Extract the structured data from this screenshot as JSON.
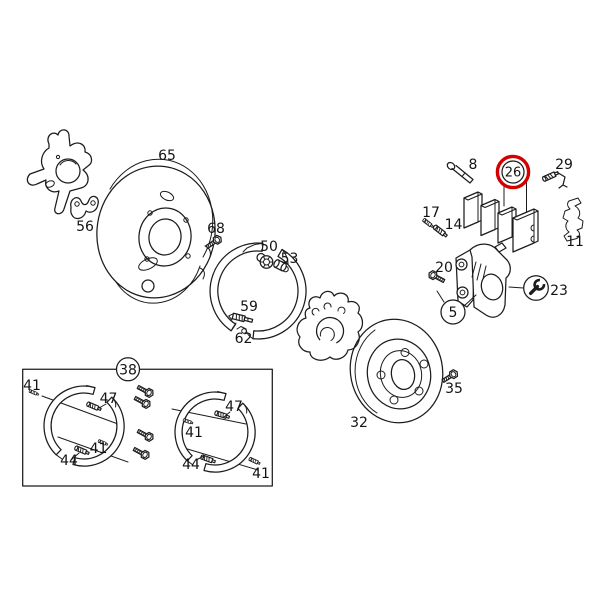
{
  "diagram": {
    "kind": "exploded parts diagram - rear disc brake with parking brake",
    "background": "#ffffff",
    "line_color": "#1c1c1c",
    "highlight_color": "#d40000",
    "highlighted_callout": "26"
  },
  "callouts": {
    "5": "5",
    "8": "8",
    "11": "11",
    "14": "14",
    "17": "17",
    "20": "20",
    "23": "23",
    "26": "26",
    "29": "29",
    "32": "32",
    "35": "35",
    "38": "38",
    "41": "41",
    "44": "44",
    "47": "47",
    "50": "50",
    "53": "53",
    "56": "56",
    "59": "59",
    "62": "62",
    "65": "65",
    "68": "68"
  },
  "icons": {
    "wrench": "wrench-icon-circled",
    "highlight_ring": "red-highlight-circle"
  }
}
